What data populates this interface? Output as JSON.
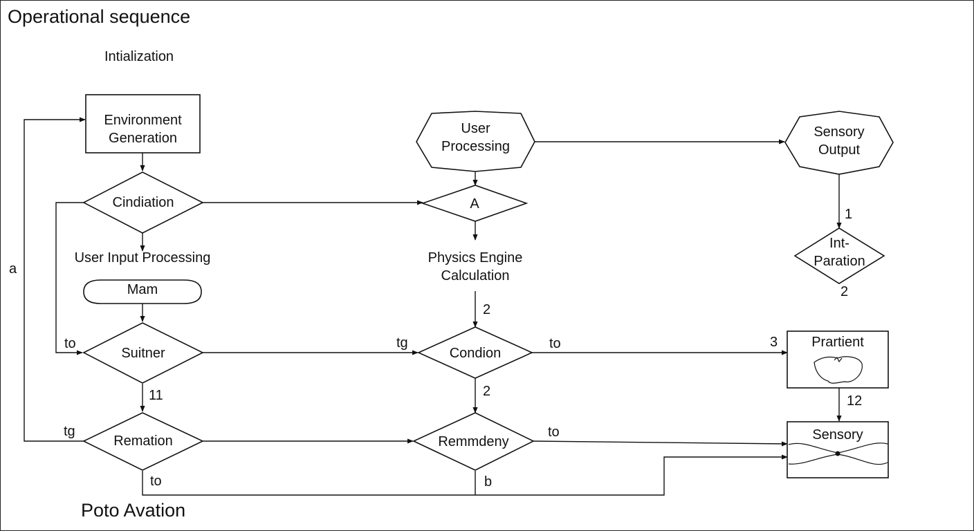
{
  "title": "Operational sequence",
  "subtitle": "Intialization",
  "footer": "Poto Avation",
  "nodes": {
    "environment_generation": "Environment\nGeneration",
    "cindiation": "Cindiation",
    "user_input_processing": "User Input Processing",
    "mam": "Mam",
    "suitner": "Suitner",
    "remation": "Remation",
    "user_processing": "User\nProcessing",
    "a": "A",
    "physics_engine": "Physics Engine\nCalculation",
    "condion": "Condion",
    "remmdeny": "Remmdeny",
    "sensory_output": "Sensory\nOutput",
    "int_paration": "Int-\nParation",
    "prartient": "Prartient",
    "sensory": "Sensory"
  },
  "edge_labels": {
    "left_loop": "a",
    "suitner_in": "to",
    "remation_in": "tg",
    "suitner_to_condion": "tg",
    "suitner_to_remation": "11",
    "remation_out": "to",
    "physics_to_condion": "2",
    "condion_to_remmdeny": "2",
    "condion_to_prartient": "to",
    "prartient_in": "3",
    "remmdeny_to_sensory": "to",
    "remmdeny_out": "b",
    "sensory_output_to_int": "1",
    "int_out": "2",
    "prartient_to_sensory": "12"
  },
  "colors": {
    "stroke": "#111111",
    "background": "#ffffff"
  }
}
